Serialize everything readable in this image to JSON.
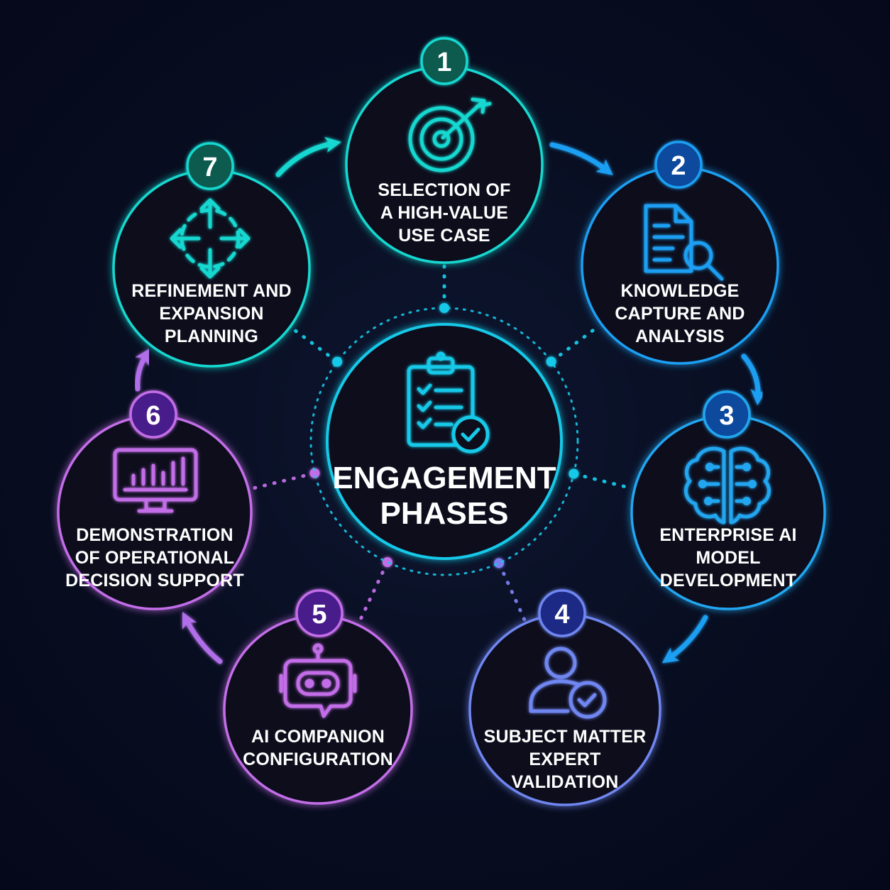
{
  "center": {
    "title_lines": [
      "ENGAGEMENT",
      "PHASES"
    ],
    "icon": "clipboard-checklist-icon",
    "color": "#16c9e8"
  },
  "phases": [
    {
      "number": "1",
      "label_lines": [
        "SELECTION OF",
        "A HIGH-VALUE",
        "USE CASE"
      ],
      "icon": "target-arrow-icon",
      "color": "#14d8d0",
      "badge_fill": "#0b5a4f"
    },
    {
      "number": "2",
      "label_lines": [
        "KNOWLEDGE",
        "CAPTURE AND",
        "ANALYSIS"
      ],
      "icon": "document-search-icon",
      "color": "#1e9ff2",
      "badge_fill": "#0b4a9c"
    },
    {
      "number": "3",
      "label_lines": [
        "ENTERPRISE AI",
        "MODEL",
        "DEVELOPMENT"
      ],
      "icon": "brain-circuit-icon",
      "color": "#22a6f0",
      "badge_fill": "#0b4a9c"
    },
    {
      "number": "4",
      "label_lines": [
        "SUBJECT MATTER",
        "EXPERT",
        "VALIDATION"
      ],
      "icon": "user-check-icon",
      "color": "#6f86f0",
      "badge_fill": "#1c2a86"
    },
    {
      "number": "5",
      "label_lines": [
        "AI COMPANION",
        "CONFIGURATION"
      ],
      "icon": "robot-chat-icon",
      "color": "#c36ee8",
      "badge_fill": "#4a1e8c"
    },
    {
      "number": "6",
      "label_lines": [
        "DEMONSTRATION",
        "OF OPERATIONAL",
        "DECISION SUPPORT"
      ],
      "icon": "monitor-chart-icon",
      "color": "#c36ee8",
      "badge_fill": "#4a1e8c"
    },
    {
      "number": "7",
      "label_lines": [
        "REFINEMENT AND",
        "EXPANSION",
        "PLANNING"
      ],
      "icon": "expand-arrows-icon",
      "color": "#14d8d0",
      "badge_fill": "#0b5a4f"
    }
  ],
  "colors": {
    "background": "#070b1a",
    "cyan": "#14d8d0",
    "blue": "#1e9ff2",
    "indigo": "#6f86f0",
    "purple": "#c36ee8"
  }
}
